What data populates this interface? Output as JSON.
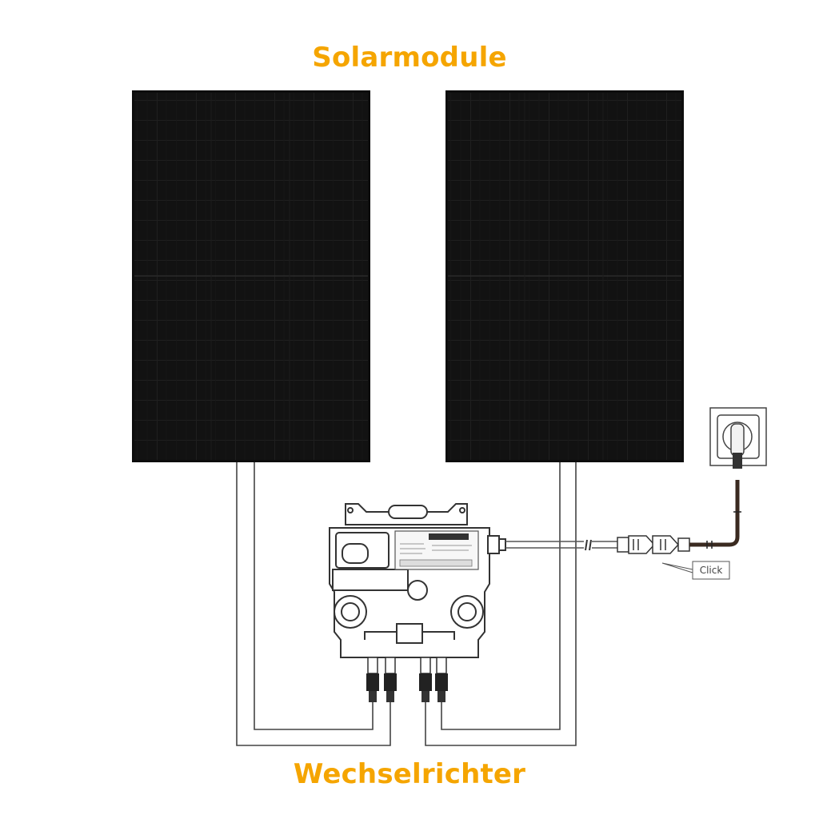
{
  "labels": {
    "panels_title": "Solarmodule",
    "inverter_title": "Wechselrichter",
    "connector_callout": "Click"
  },
  "components": {
    "panels": [
      "solar-panel-left",
      "solar-panel-right"
    ],
    "inverter": "microinverter",
    "connector": "ac-click-connector",
    "outlet": "wall-socket"
  },
  "colors": {
    "accent": "#f5a500",
    "panel": "#111111",
    "line": "#333333"
  }
}
